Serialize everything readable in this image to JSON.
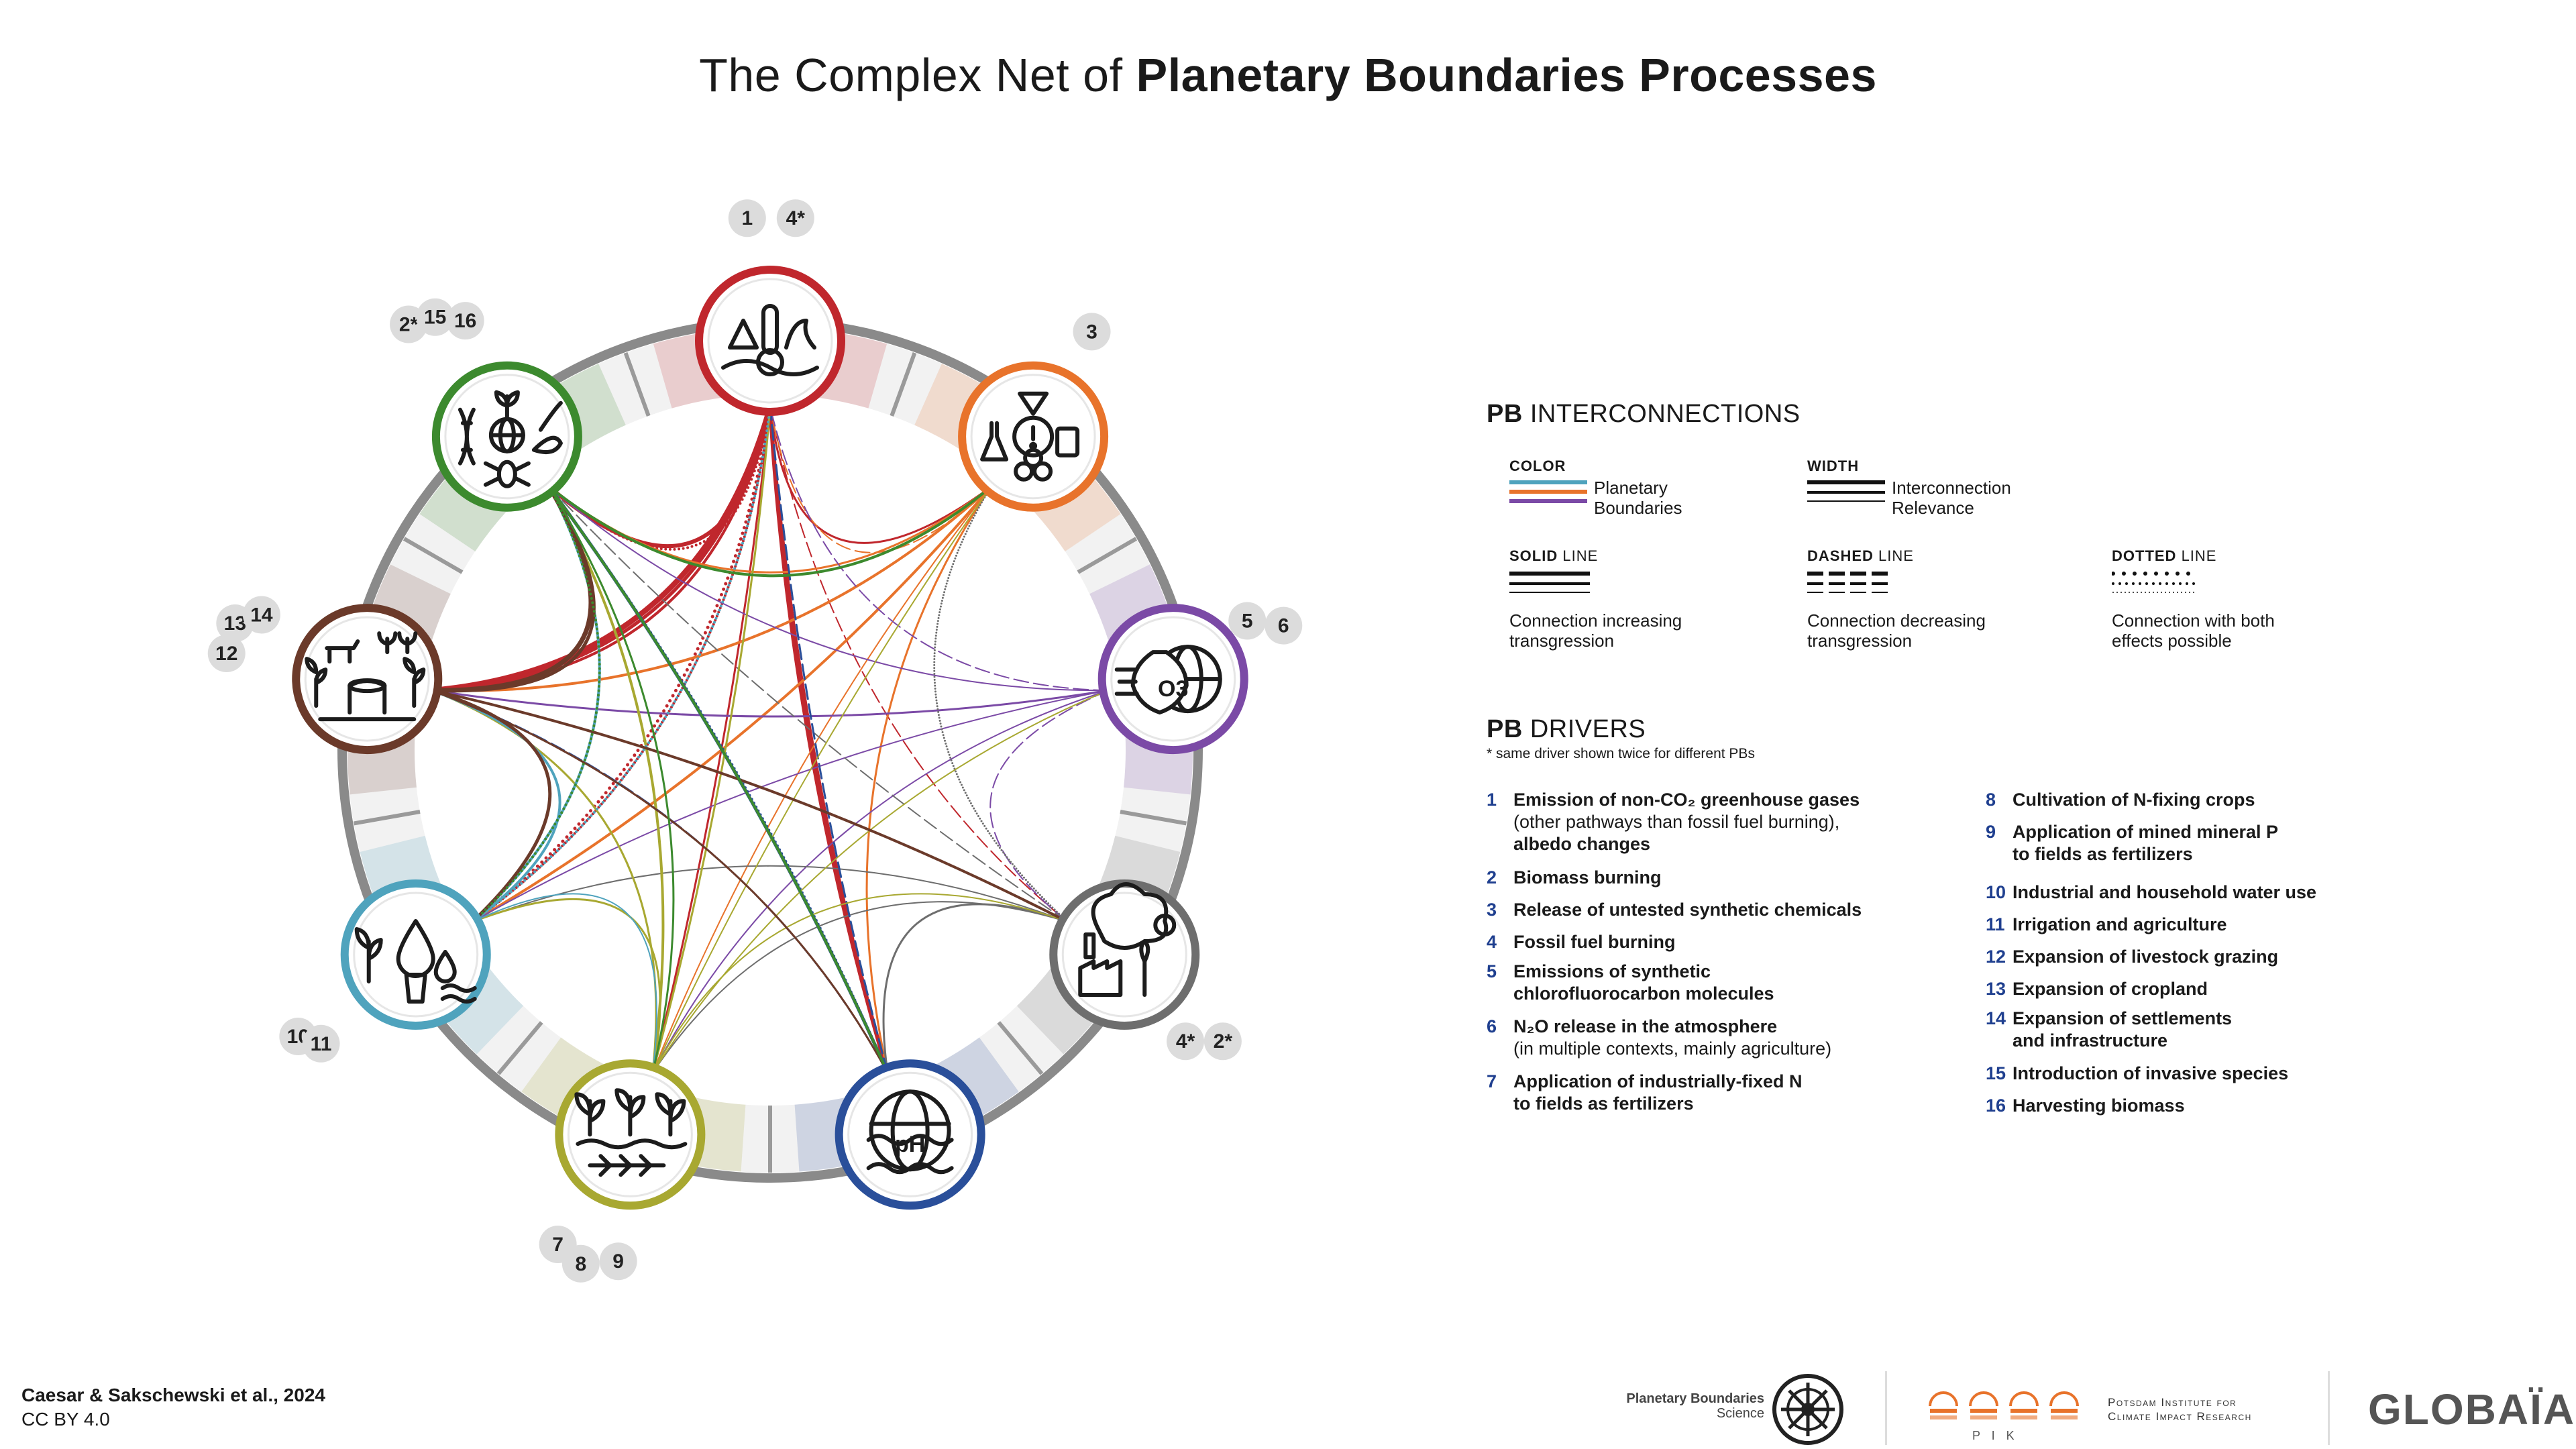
{
  "title": {
    "plain": "The Complex Net of ",
    "bold": "Planetary Boundaries Processes"
  },
  "colors": {
    "climate": "#c0272d",
    "chemicals": "#e8732b",
    "ozone": "#7b4aa6",
    "aerosols": "#6e6e6e",
    "ocean": "#2a4f9a",
    "nitrogen": "#a8a831",
    "freshwater": "#4fa3bd",
    "land": "#6b3a2a",
    "biosphere": "#3c8a2e",
    "driver_number": "#1f3f8f"
  },
  "nodes": [
    {
      "id": "climate",
      "icon": "climate-thermometer-icon",
      "color": "#c0272d",
      "labels": [
        "1",
        "4*"
      ]
    },
    {
      "id": "chemicals",
      "icon": "novel-entities-icon",
      "color": "#e8732b",
      "labels": [
        "3"
      ]
    },
    {
      "id": "ozone",
      "icon": "ozone-globe-icon",
      "color": "#7b4aa6",
      "labels": [
        "5",
        "6"
      ],
      "text": "O3"
    },
    {
      "id": "aerosols",
      "icon": "aerosol-factory-icon",
      "color": "#6e6e6e",
      "labels": [
        "4*",
        "2*"
      ]
    },
    {
      "id": "ocean",
      "icon": "ocean-acidification-icon",
      "color": "#2a4f9a",
      "labels": [],
      "text": "pH"
    },
    {
      "id": "nitrogen",
      "icon": "biogeochemical-flows-icon",
      "color": "#a8a831",
      "labels": [
        "7",
        "8",
        "9"
      ]
    },
    {
      "id": "freshwater",
      "icon": "freshwater-icon",
      "color": "#4fa3bd",
      "labels": [
        "10",
        "11"
      ]
    },
    {
      "id": "land",
      "icon": "land-system-icon",
      "color": "#6b3a2a",
      "labels": [
        "12",
        "13",
        "14"
      ]
    },
    {
      "id": "biosphere",
      "icon": "biosphere-integrity-icon",
      "color": "#3c8a2e",
      "labels": [
        "2*",
        "15",
        "16"
      ]
    }
  ],
  "legend": {
    "interconnections_bold": "PB",
    "interconnections_rest": " INTERCONNECTIONS",
    "color_caption": "COLOR",
    "color_text": "Planetary\nBoundaries",
    "width_caption": "WIDTH",
    "width_text": "Interconnection\nRelevance",
    "solid_bold": "SOLID",
    "solid_rest": " LINE",
    "solid_text": "Connection increasing\ntransgression",
    "dashed_bold": "DASHED",
    "dashed_rest": " LINE",
    "dashed_text": "Connection decreasing\ntransgression",
    "dotted_bold": "DOTTED",
    "dotted_rest": " LINE",
    "dotted_text": "Connection with both\neffects possible"
  },
  "drivers": {
    "title_bold": "PB",
    "title_rest": " DRIVERS",
    "note": "* same driver shown twice for different PBs",
    "items": [
      {
        "n": "1",
        "t": "Emission of non-CO₂ greenhouse gases",
        "sub": "(other pathways than fossil fuel burning),",
        "t2": "albedo changes"
      },
      {
        "n": "2",
        "t": "Biomass burning"
      },
      {
        "n": "3",
        "t": "Release of untested synthetic chemicals"
      },
      {
        "n": "4",
        "t": "Fossil fuel burning"
      },
      {
        "n": "5",
        "t": "Emissions of synthetic\nchlorofluorocarbon molecules"
      },
      {
        "n": "6",
        "t": "N₂O release in the atmosphere",
        "sub": "(in multiple contexts, mainly agriculture)"
      },
      {
        "n": "7",
        "t": "Application of industrially-fixed N\nto fields as fertilizers"
      },
      {
        "n": "8",
        "t": "Cultivation of N-fixing crops"
      },
      {
        "n": "9",
        "t": "Application of mined mineral P\nto fields as fertilizers"
      },
      {
        "n": "10",
        "t": "Industrial and household water use"
      },
      {
        "n": "11",
        "t": "Irrigation and agriculture"
      },
      {
        "n": "12",
        "t": "Expansion of livestock grazing"
      },
      {
        "n": "13",
        "t": "Expansion of cropland"
      },
      {
        "n": "14",
        "t": "Expansion of settlements\nand infrastructure"
      },
      {
        "n": "15",
        "t": "Introduction of invasive species"
      },
      {
        "n": "16",
        "t": "Harvesting biomass"
      }
    ]
  },
  "citation": {
    "authors": "Caesar & Sakschewski et al., 2024",
    "license": "CC BY 4.0"
  },
  "logos": {
    "pbs_line1": "Planetary Boundaries",
    "pbs_line2": "Science",
    "pik_line1": "Potsdam Institute for",
    "pik_line2": "Climate Impact Research",
    "pik_short": "P I K",
    "globaia": "GLOBAÏA"
  }
}
